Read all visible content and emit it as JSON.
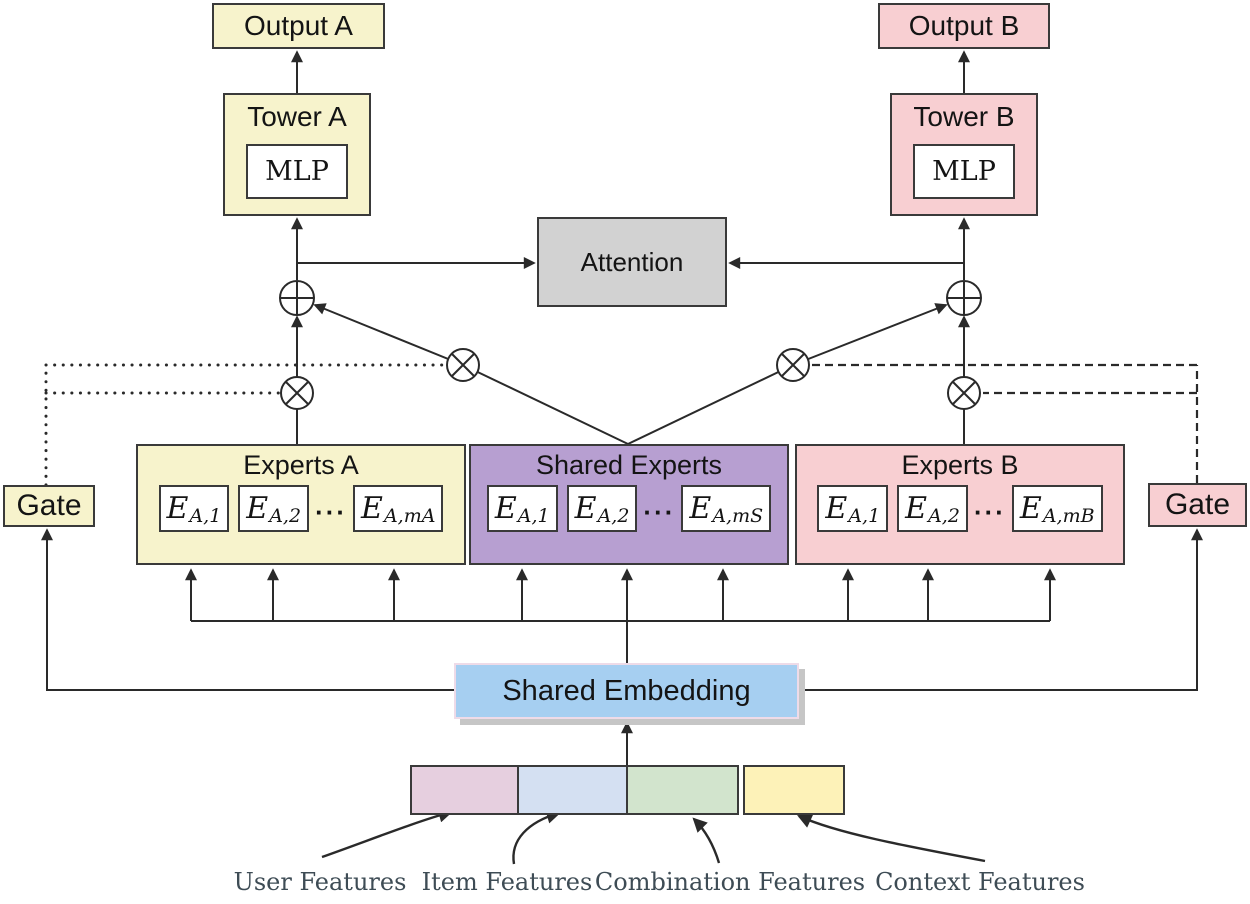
{
  "outputs": {
    "a": "Output A",
    "b": "Output B"
  },
  "towers": {
    "a": "Tower A",
    "b": "Tower B",
    "mlp_a": "MLP",
    "mlp_b": "MLP"
  },
  "attention": {
    "label": "Attention"
  },
  "gates": {
    "left": "Gate",
    "right": "Gate"
  },
  "experts": {
    "a": {
      "title": "Experts A",
      "cells": [
        {
          "base": "E",
          "sub": "A,1"
        },
        {
          "base": "E",
          "sub": "A,2"
        },
        {
          "base": "E",
          "sub": "A,mA"
        }
      ],
      "dots": "···"
    },
    "shared": {
      "title": "Shared Experts",
      "cells": [
        {
          "base": "E",
          "sub": "A,1"
        },
        {
          "base": "E",
          "sub": "A,2"
        },
        {
          "base": "E",
          "sub": "A,mS"
        }
      ],
      "dots": "···"
    },
    "b": {
      "title": "Experts B",
      "cells": [
        {
          "base": "E",
          "sub": "A,1"
        },
        {
          "base": "E",
          "sub": "A,2"
        },
        {
          "base": "E",
          "sub": "A,mB"
        }
      ],
      "dots": "···"
    }
  },
  "embedding": {
    "label": "Shared Embedding"
  },
  "features": {
    "labels": [
      "User Features",
      "Item Features",
      "Combination Features",
      "Context Features"
    ]
  },
  "colors": {
    "task_a": "#f7f3cc",
    "task_b": "#f8cfd2",
    "shared_experts": "#b79fd1",
    "attention": "#d2d2d2",
    "embedding": "#a6cff1",
    "feature_user": "#e6cfdf",
    "feature_item": "#d4e0f2",
    "feature_combination": "#d2e4cd",
    "feature_context": "#fdf2b8",
    "box_border": "#3a3a3a",
    "line": "#2a2a2a",
    "feature_label_text": "#3e4c55"
  }
}
